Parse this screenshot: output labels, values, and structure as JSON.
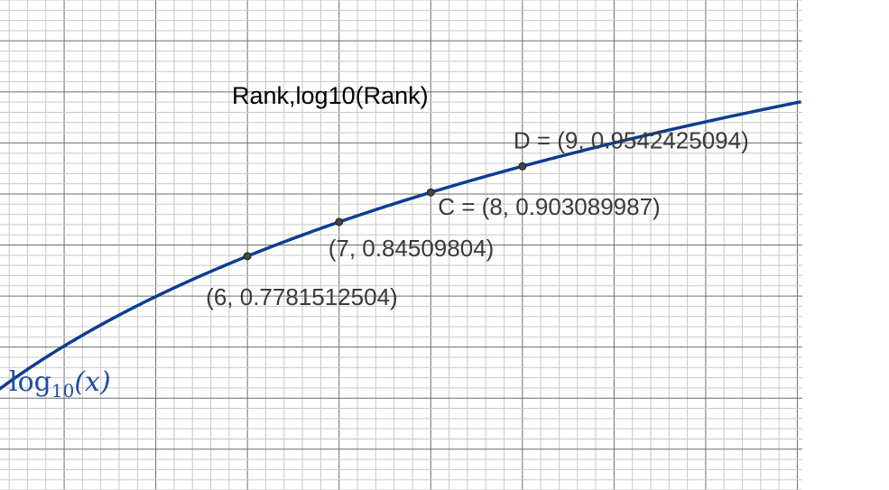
{
  "chart_data": {
    "type": "line",
    "title": "Rank,log10(Rank)",
    "function_label": {
      "base": "log",
      "subscript": "10",
      "arg": "(x)"
    },
    "xlim": [
      3.3,
      13.0
    ],
    "ylim": [
      0.32,
      1.28
    ],
    "grid": true,
    "colors": {
      "curve": "#0d3d91",
      "point": "#444444",
      "grid_major": "#6e6e6e",
      "grid_minor": "#c8c8c8"
    },
    "series": [
      {
        "points": [
          {
            "x": 6,
            "y": 0.7781512504,
            "label": "(6, 0.7781512504)"
          },
          {
            "x": 7,
            "y": 0.84509804,
            "label": "(7, 0.84509804)"
          },
          {
            "x": 8,
            "y": 0.903089987,
            "label": "C = (8, 0.903089987)"
          },
          {
            "x": 9,
            "y": 0.9542425094,
            "label": "D = (9, 0.9542425094)"
          }
        ]
      }
    ]
  }
}
